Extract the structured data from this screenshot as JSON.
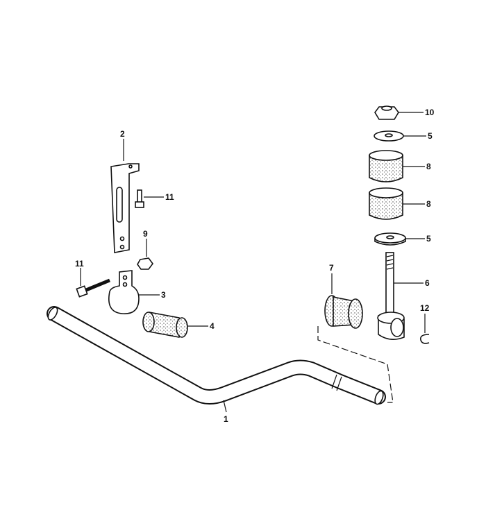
{
  "diagram": {
    "title": "Stabilizer bar assembly exploded view",
    "callouts": [
      {
        "id": "1",
        "part": "stabilizer-bar"
      },
      {
        "id": "2",
        "part": "bracket"
      },
      {
        "id": "3",
        "part": "clamp"
      },
      {
        "id": "4",
        "part": "rubber-bushing"
      },
      {
        "id": "5",
        "part": "washer-top"
      },
      {
        "id": "5",
        "part": "washer-bottom"
      },
      {
        "id": "6",
        "part": "link-rod"
      },
      {
        "id": "7",
        "part": "link-bushing"
      },
      {
        "id": "8",
        "part": "rubber-buffer-upper"
      },
      {
        "id": "8",
        "part": "rubber-buffer-lower"
      },
      {
        "id": "9",
        "part": "nut"
      },
      {
        "id": "10",
        "part": "self-locking-nut"
      },
      {
        "id": "11",
        "part": "bolt-bracket"
      },
      {
        "id": "11",
        "part": "bolt-clamp"
      },
      {
        "id": "12",
        "part": "circlip"
      }
    ]
  }
}
